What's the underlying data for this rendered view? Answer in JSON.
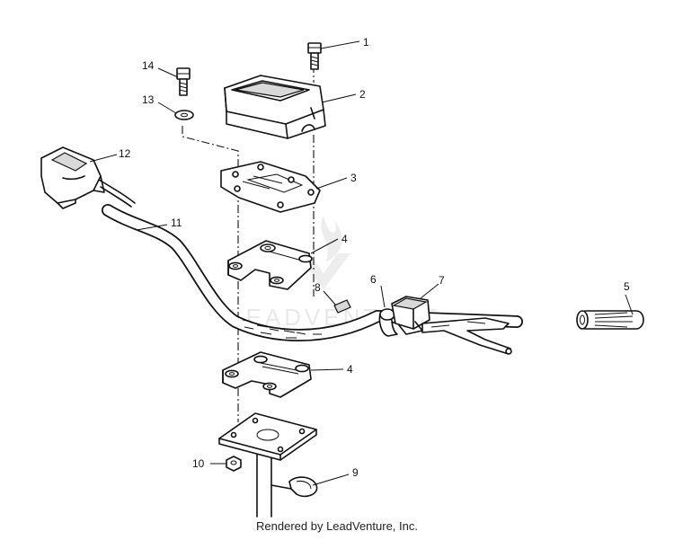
{
  "diagram": {
    "callouts": [
      {
        "id": "1",
        "label": "1"
      },
      {
        "id": "2",
        "label": "2"
      },
      {
        "id": "3",
        "label": "3"
      },
      {
        "id": "4a",
        "label": "4"
      },
      {
        "id": "4b",
        "label": "4"
      },
      {
        "id": "5",
        "label": "5"
      },
      {
        "id": "6",
        "label": "6"
      },
      {
        "id": "7",
        "label": "7"
      },
      {
        "id": "8",
        "label": "8"
      },
      {
        "id": "9",
        "label": "9"
      },
      {
        "id": "10",
        "label": "10"
      },
      {
        "id": "11",
        "label": "11"
      },
      {
        "id": "12",
        "label": "12"
      },
      {
        "id": "13",
        "label": "13"
      },
      {
        "id": "14",
        "label": "14"
      }
    ],
    "watermark": "LEADVENTURE"
  },
  "footer": {
    "text": "Rendered by LeadVenture, Inc."
  }
}
